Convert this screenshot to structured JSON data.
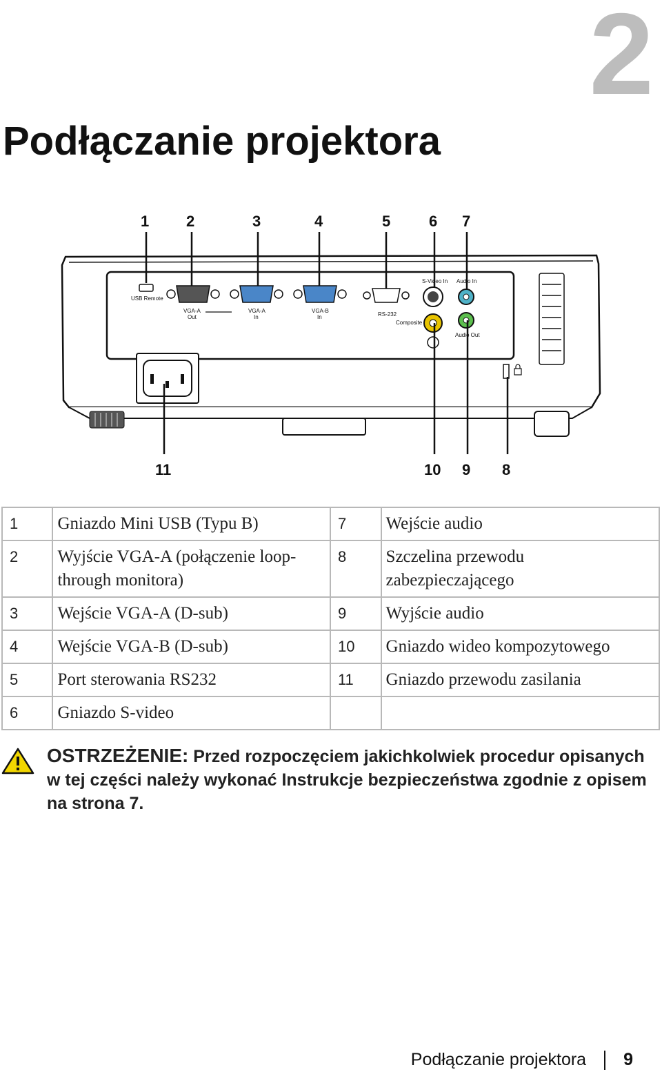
{
  "chapter_number": "2",
  "title": "Podłączanie projektora",
  "figure": {
    "callouts_top": [
      "1",
      "2",
      "3",
      "4",
      "5",
      "6",
      "7"
    ],
    "callouts_bottom": [
      "11",
      "10",
      "9",
      "8"
    ],
    "panel_labels": {
      "usb": "USB Remote",
      "vga_a_out_1": "VGA-A",
      "vga_a_out_2": "Out",
      "vga_a_in_1": "VGA-A",
      "vga_a_in_2": "In",
      "vga_b_in_1": "VGA-B",
      "vga_b_in_2": "In",
      "rs232": "RS-232",
      "svideo": "S-Video In",
      "audio_in": "Audio In",
      "composite": "Composite",
      "audio_out": "Audio Out"
    }
  },
  "parts": [
    {
      "left_num": "1",
      "left_text": "Gniazdo Mini USB (Typu B)",
      "right_num": "7",
      "right_text": "Wejście audio"
    },
    {
      "left_num": "2",
      "left_text": "Wyjście VGA-A (połączenie loop-through monitora)",
      "right_num": "8",
      "right_text": "Szczelina przewodu zabezpieczającego"
    },
    {
      "left_num": "3",
      "left_text": "Wejście VGA-A (D-sub)",
      "right_num": "9",
      "right_text": "Wyjście audio"
    },
    {
      "left_num": "4",
      "left_text": "Wejście VGA-B (D-sub)",
      "right_num": "10",
      "right_text": "Gniazdo wideo kompozytowego"
    },
    {
      "left_num": "5",
      "left_text": "Port sterowania RS232",
      "right_num": "11",
      "right_text": "Gniazdo przewodu zasilania"
    },
    {
      "left_num": "6",
      "left_text": "Gniazdo S-video",
      "right_num": "",
      "right_text": ""
    }
  ],
  "warning": {
    "label": "OSTRZEŻENIE:",
    "text": "Przed rozpoczęciem jakichkolwiek procedur opisanych w tej części należy wykonać Instrukcje bezpieczeństwa zgodnie z opisem na strona  7."
  },
  "footer": {
    "section": "Podłączanie projektora",
    "page": "9"
  },
  "icons": [
    "warning-triangle-icon",
    "lock-icon"
  ]
}
